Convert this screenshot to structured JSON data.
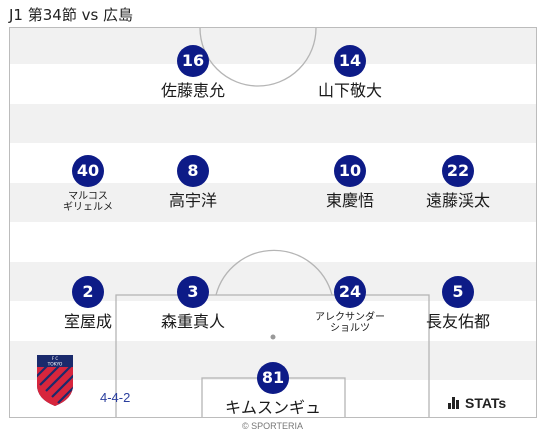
{
  "title": "J1 第34節 vs 広島",
  "formation": "4-4-2",
  "copyright": "© SPORTERIA",
  "brand": "STATs",
  "crest": {
    "top_text": "F  C",
    "bottom_text": "TOKYO",
    "colors": [
      "#1a2a6c",
      "#d7263d"
    ]
  },
  "accent_color": "#0d1b87",
  "players": [
    {
      "number": "16",
      "name": "佐藤恵允"
    },
    {
      "number": "14",
      "name": "山下敬大"
    },
    {
      "number": "40",
      "name": "マルコス\nギリェルメ"
    },
    {
      "number": "8",
      "name": "高宇洋"
    },
    {
      "number": "10",
      "name": "東慶悟"
    },
    {
      "number": "22",
      "name": "遠藤渓太"
    },
    {
      "number": "2",
      "name": "室屋成"
    },
    {
      "number": "3",
      "name": "森重真人"
    },
    {
      "number": "24",
      "name": "アレクサンダー\nショルツ"
    },
    {
      "number": "5",
      "name": "長友佑都"
    },
    {
      "number": "81",
      "name": "キムスンギュ"
    }
  ]
}
